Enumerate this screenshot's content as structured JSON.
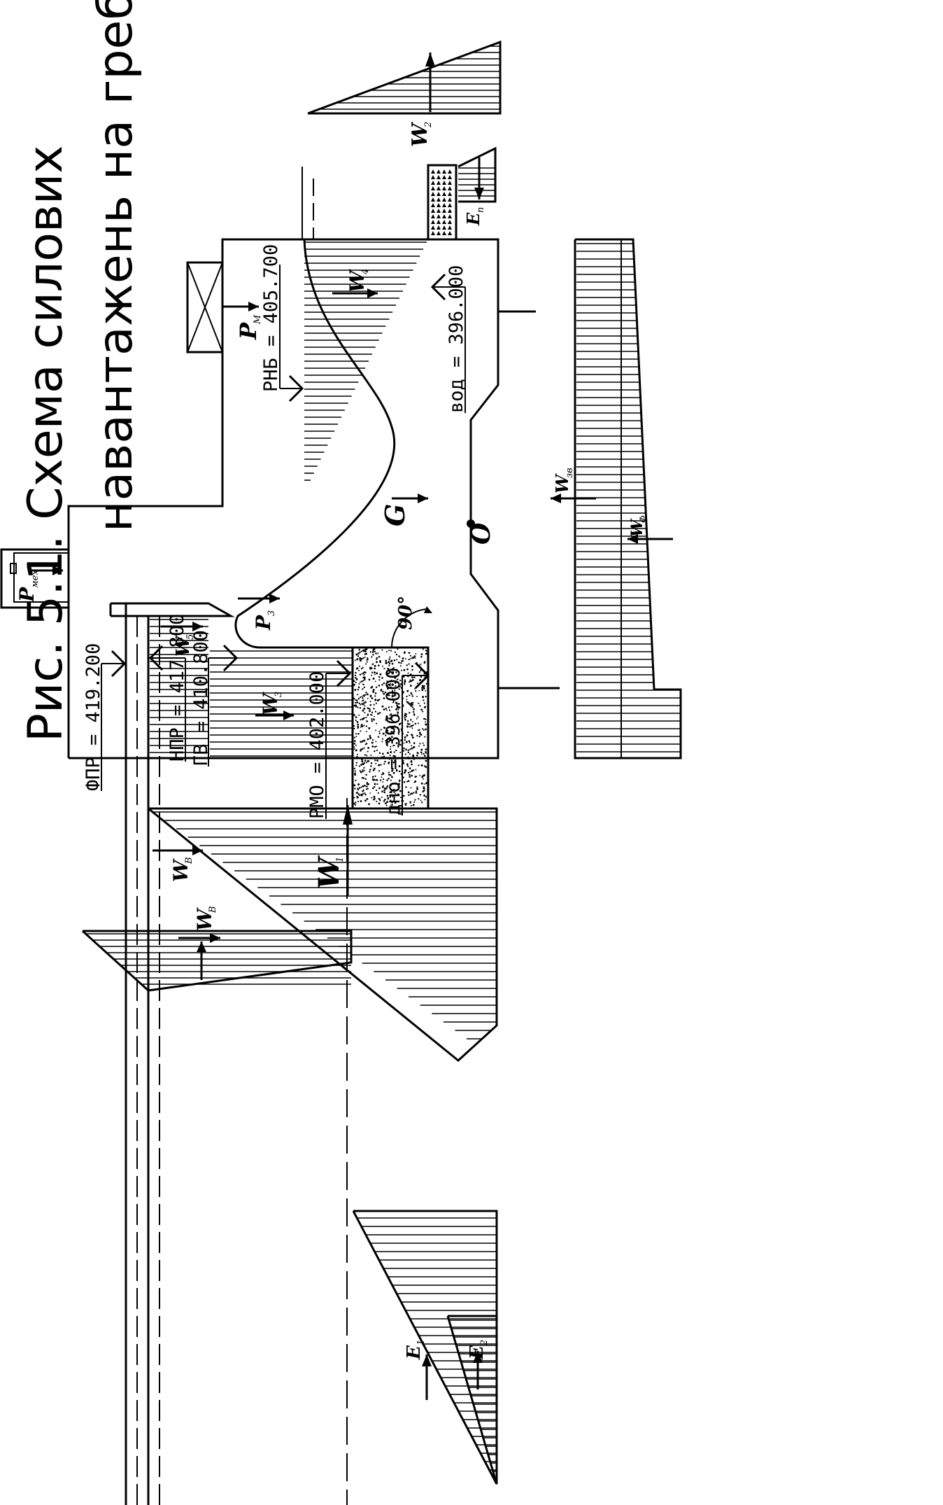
{
  "title": {
    "line1": "Рис. 5.1. Схема силових",
    "line2": "навантажень на греблю"
  },
  "levels": {
    "fpr": "ФПР = 419.200",
    "npr": "НПР = 417.800",
    "gv": "ГВ = 410.800",
    "rmo": "РМО = 402.000",
    "dno": "дно = 396.000",
    "rnb": "РНБ = 405.700",
    "vod": "вод = 396.000"
  },
  "forces": {
    "w1": {
      "main": "W",
      "sub": "1"
    },
    "w2": {
      "main": "W",
      "sub": "2"
    },
    "w3": {
      "main": "W",
      "sub": "3"
    },
    "w4": {
      "main": "W",
      "sub": "4"
    },
    "w5": {
      "main": "W",
      "sub": "5"
    },
    "wv1": {
      "main": "W",
      "sub": "В"
    },
    "wv2": {
      "main": "W",
      "sub": "В"
    },
    "wzv": {
      "main": "W",
      "sub": "зв"
    },
    "wf": {
      "main": "W",
      "sub": "Ф"
    },
    "pm": {
      "main": "P",
      "sub": "М"
    },
    "pmeh": {
      "main": "P",
      "sub": "мех"
    },
    "p3": {
      "main": "P",
      "sub": "3"
    },
    "g": {
      "main": "G"
    },
    "o": {
      "main": "O"
    },
    "e1": {
      "main": "E",
      "sub": "1"
    },
    "e2": {
      "main": "E",
      "sub": "2"
    },
    "ep": {
      "main": "E",
      "sub": "п"
    }
  },
  "angle": "90°"
}
